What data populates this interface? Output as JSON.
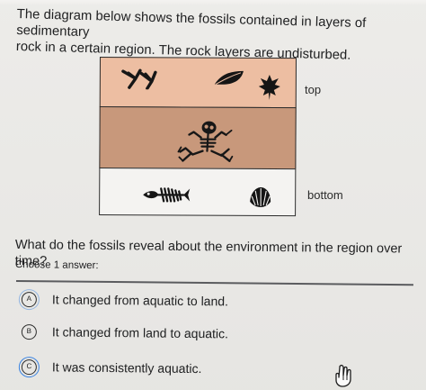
{
  "intro": {
    "line1": "The diagram below shows the fossils contained in layers of sedimentary",
    "line2": "rock in a certain region. The rock layers are undisturbed."
  },
  "diagram": {
    "top_label": "top",
    "bottom_label": "bottom",
    "layers": [
      {
        "name": "top-layer",
        "color": "#edbea2",
        "fossils": [
          "bird-footprints-icon",
          "leaf-icon",
          "maple-leaf-icon"
        ]
      },
      {
        "name": "middle-layer",
        "color": "#c8987b",
        "fossils": [
          "frog-skeleton-icon"
        ]
      },
      {
        "name": "bottom-layer",
        "color": "#f4f3f1",
        "fossils": [
          "fish-skeleton-icon",
          "shell-icon"
        ]
      }
    ]
  },
  "question": {
    "text": "What do the fossils reveal about the environment in the region over time?",
    "instruction": "Choose 1 answer:"
  },
  "answers": [
    {
      "letter": "A",
      "text": "It changed from aquatic to land."
    },
    {
      "letter": "B",
      "text": "It changed from land to aquatic."
    },
    {
      "letter": "C",
      "text": "It was consistently aquatic."
    }
  ],
  "icons": {
    "cursor": "hand-pointer-icon"
  },
  "colors": {
    "background": "#ebeae7",
    "accent": "#2f7de1",
    "text": "#202122"
  }
}
